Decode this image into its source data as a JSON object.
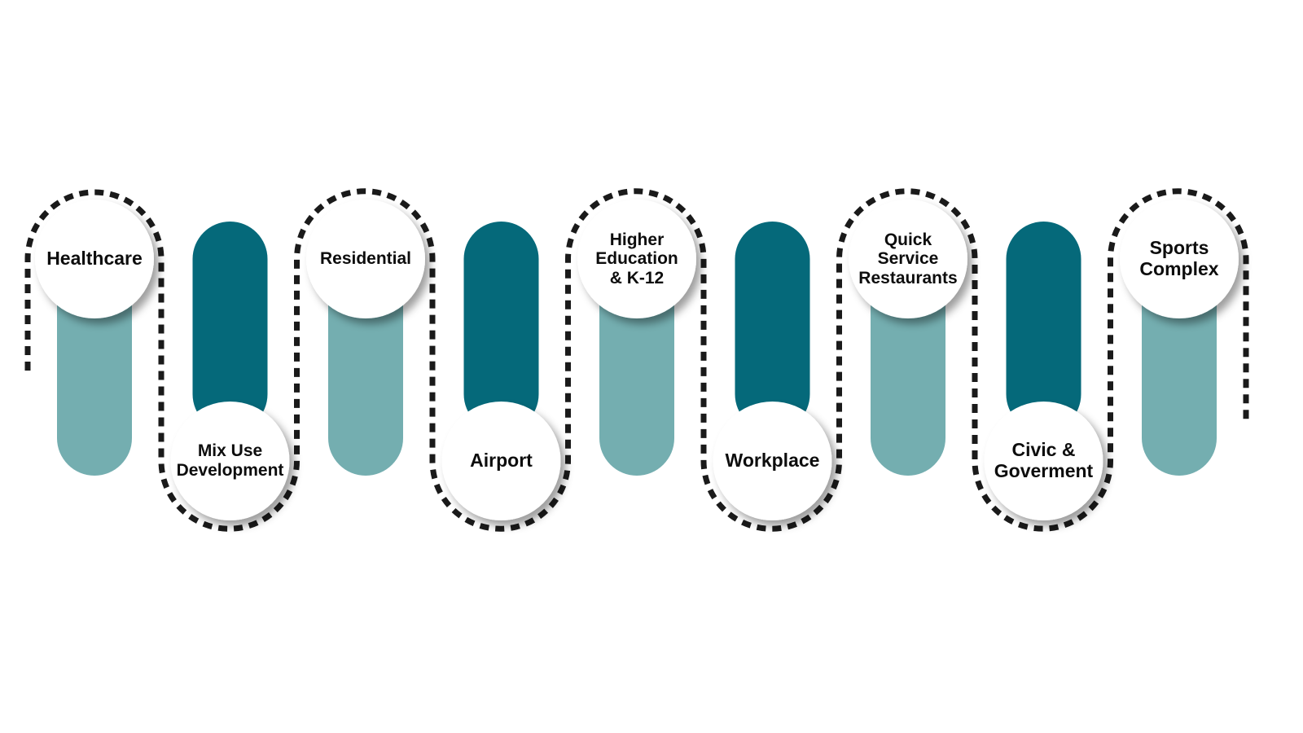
{
  "colors": {
    "pill_dark": "#05697a",
    "pill_light": "#74aeb0",
    "dash": "#1a1a1a",
    "circle_fill": "#ffffff",
    "label_text": "#0d0d0d"
  },
  "sectors": [
    {
      "id": "healthcare",
      "label": "Healthcare",
      "row": "top",
      "pill": "light"
    },
    {
      "id": "mix-use-development",
      "label": "Mix Use\nDevelopment",
      "row": "bottom",
      "pill": "dark"
    },
    {
      "id": "residential",
      "label": "Residential",
      "row": "top",
      "pill": "light"
    },
    {
      "id": "airport",
      "label": "Airport",
      "row": "bottom",
      "pill": "dark"
    },
    {
      "id": "higher-education",
      "label": "Higher\nEducation\n& K-12",
      "row": "top",
      "pill": "light"
    },
    {
      "id": "workplace",
      "label": "Workplace",
      "row": "bottom",
      "pill": "dark"
    },
    {
      "id": "quick-service-restaurants",
      "label": "Quick\nService\nRestaurants",
      "row": "top",
      "pill": "light"
    },
    {
      "id": "civic-government",
      "label": "Civic &\nGoverment",
      "row": "bottom",
      "pill": "dark"
    },
    {
      "id": "sports-complex",
      "label": "Sports\nComplex",
      "row": "top",
      "pill": "light"
    }
  ]
}
